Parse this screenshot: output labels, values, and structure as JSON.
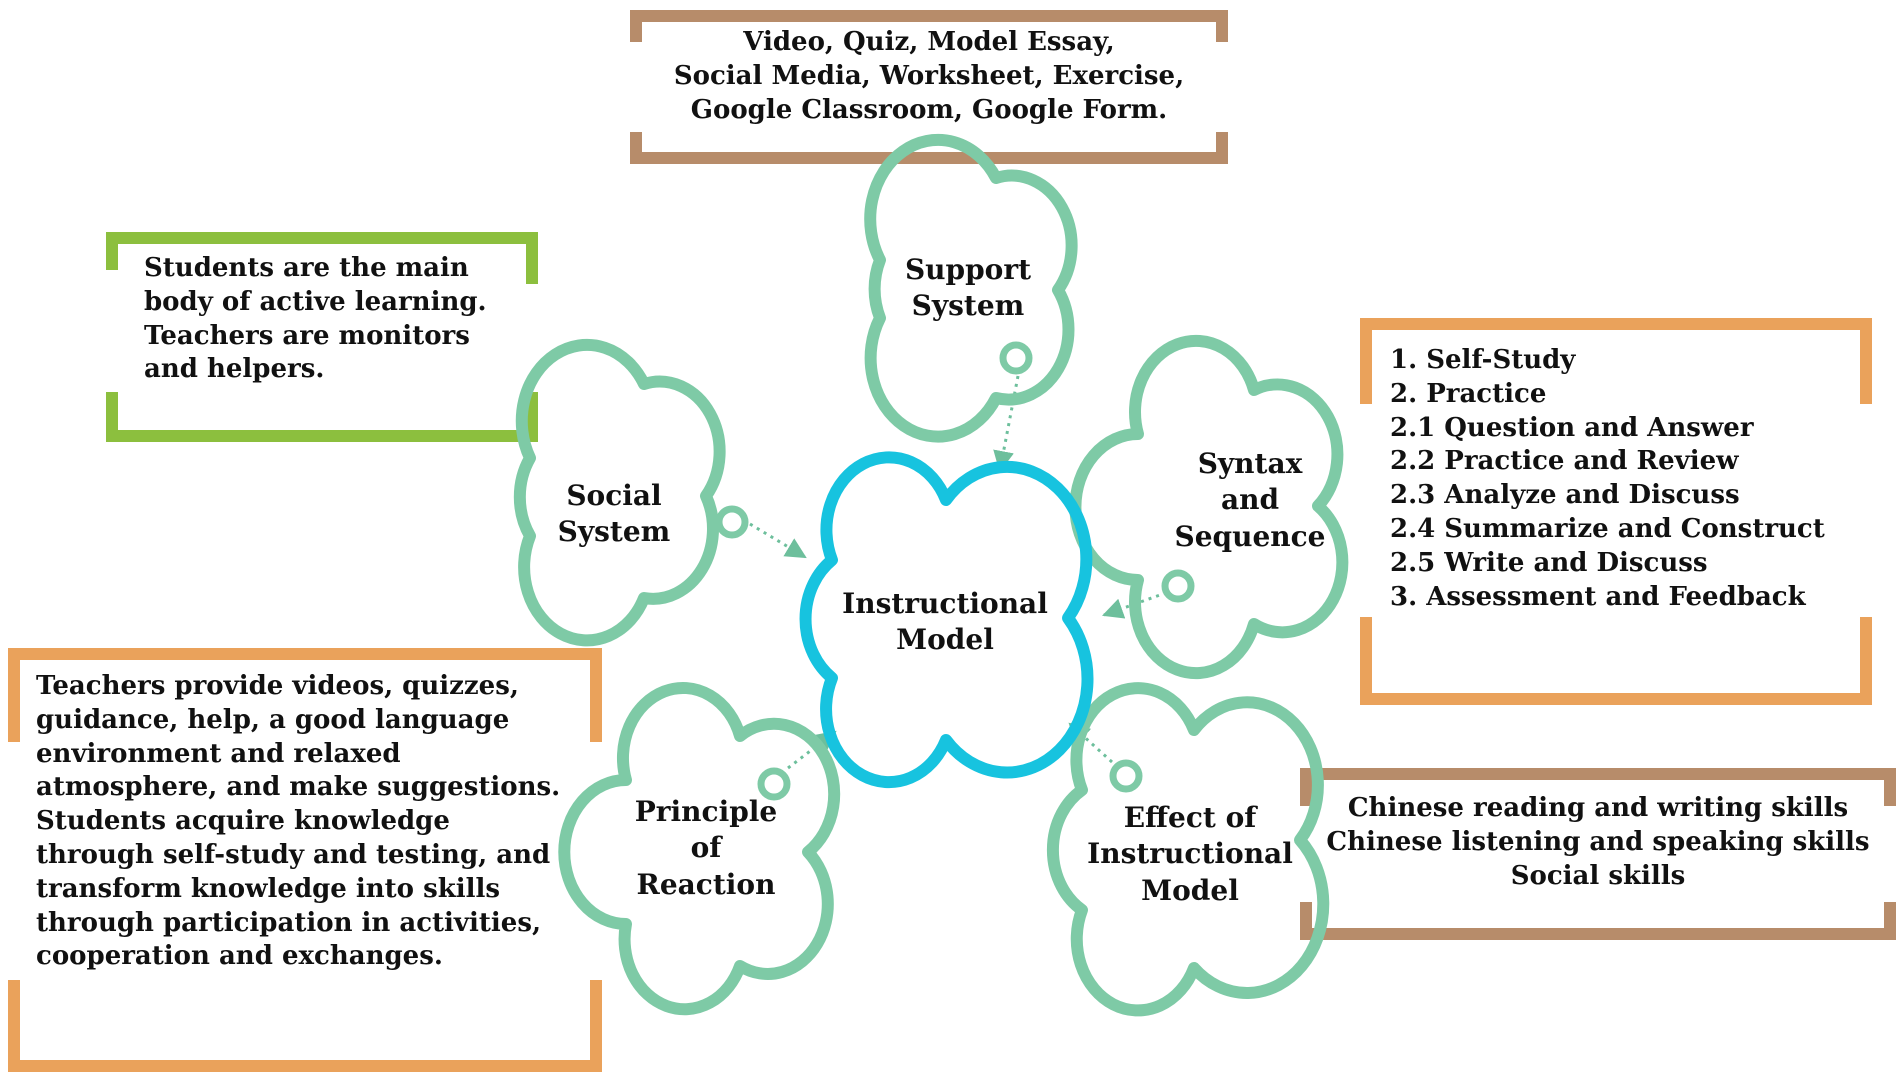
{
  "colors": {
    "node_stroke": "#7ecaa6",
    "center_stroke": "#17c3df",
    "arrow": "#6dbf9c",
    "bracket_brown": "#b78c6a",
    "bracket_green": "#8cbf3e",
    "bracket_orange": "#eaa25b"
  },
  "center": {
    "lines": [
      "Instructional",
      "Model"
    ]
  },
  "nodes": {
    "support": {
      "lines": [
        "Support",
        "System"
      ]
    },
    "social": {
      "lines": [
        "Social",
        "System"
      ]
    },
    "syntax": {
      "lines": [
        "Syntax",
        "and",
        "Sequence"
      ]
    },
    "reaction": {
      "lines": [
        "Principle",
        "of",
        "Reaction"
      ]
    },
    "effect": {
      "lines": [
        "Effect of",
        "Instructional",
        "Model"
      ]
    }
  },
  "boxes": {
    "support": {
      "lines": [
        "Video, Quiz, Model Essay,",
        "Social Media, Worksheet, Exercise,",
        "Google Classroom, Google Form."
      ]
    },
    "social": {
      "lines": [
        "Students are the main",
        "body of active learning.",
        "Teachers are monitors",
        "and helpers."
      ]
    },
    "syntax": {
      "lines": [
        "1. Self-Study",
        "2. Practice",
        "2.1 Question and Answer",
        "2.2 Practice and Review",
        "2.3 Analyze and Discuss",
        "2.4 Summarize and Construct",
        "2.5 Write and Discuss",
        "3. Assessment and Feedback"
      ]
    },
    "reaction": {
      "lines": [
        "Teachers provide videos, quizzes,",
        "guidance, help, a good language",
        "environment and relaxed",
        "atmosphere, and make suggestions.",
        "Students acquire knowledge",
        "through self-study and testing, and",
        "transform knowledge into skills",
        "through participation in activities,",
        "cooperation and exchanges."
      ]
    },
    "effect": {
      "lines": [
        "Chinese reading and writing skills",
        "Chinese listening and speaking skills",
        "Social skills"
      ]
    }
  }
}
